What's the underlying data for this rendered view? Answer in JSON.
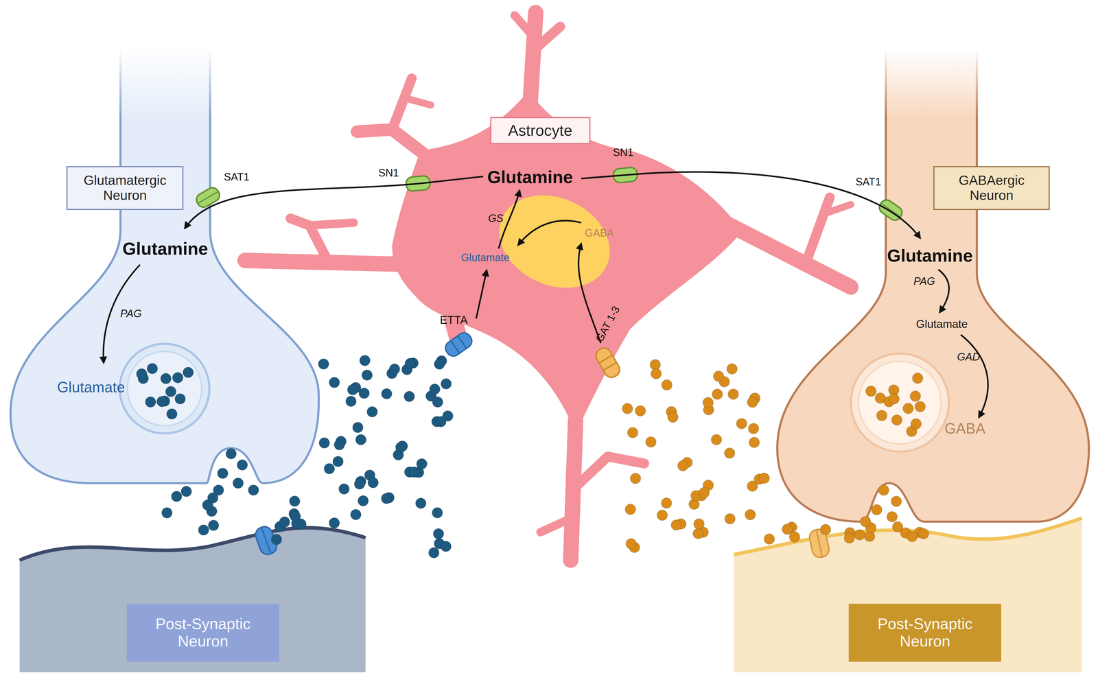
{
  "diagram": {
    "nodes": [
      {
        "text": [
          "Astrocyte"
        ]
      },
      {
        "text": [
          "Glutamatergic Neuron"
        ]
      },
      {
        "text": [
          "GABAergic Neuron"
        ]
      },
      {
        "text": [
          "Post-Synaptic Neuron"
        ]
      },
      {
        "text": [
          "Post-Synaptic Neuron"
        ]
      }
    ],
    "labels": [
      "SAT1",
      "SN1",
      "Glutamine",
      "SN1",
      "SAT1",
      "GS",
      "GABA",
      "Glutamine",
      "Glutamate",
      "Glutamine",
      "PAG",
      "PAG",
      "Glutamate",
      "ETTA",
      "GAT 1-3",
      "Glutamate",
      "GAD",
      "GABA"
    ]
  }
}
